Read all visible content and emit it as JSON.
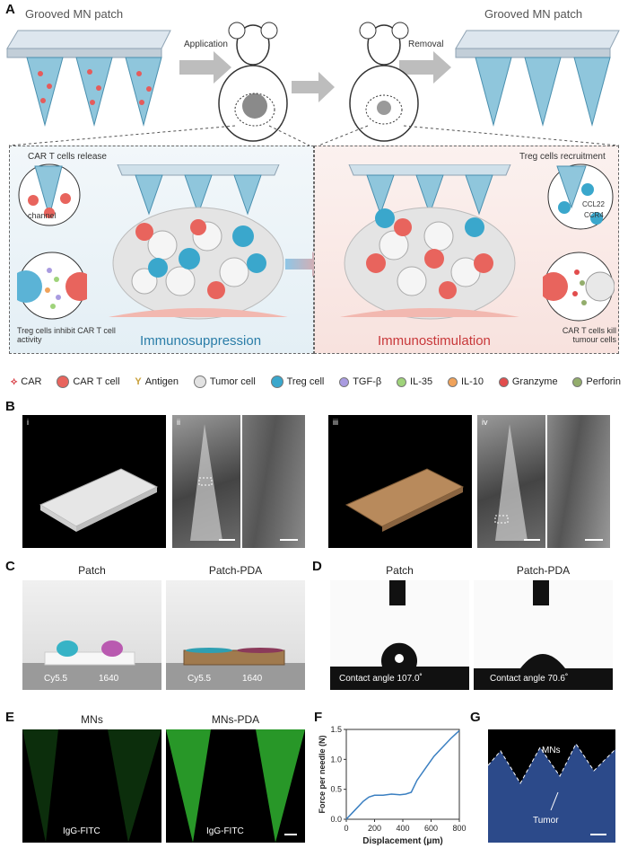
{
  "panelA": {
    "label": "A",
    "patch_left": "Grooved MN patch",
    "patch_right": "Grooved MN patch",
    "arrow_application": "Application",
    "arrow_removal": "Removal",
    "left_box": {
      "callout_top": "CAR T cells release",
      "channel": "channel",
      "callout_bottom": "Treg cells inhibit CAR T cell activity",
      "title": "Immunosuppression"
    },
    "right_box": {
      "callout_top": "Treg cells recruitment",
      "ccl22": "CCL22",
      "ccr4": "CCR4",
      "callout_bottom": "CAR T cells kill tumour cells",
      "title": "Immunostimulation"
    },
    "legend": [
      {
        "label": "CAR",
        "icon": "car-receptor-icon",
        "color": "#d9434a"
      },
      {
        "label": "CAR T cell",
        "icon": "car-t-cell-icon",
        "color": "#e8645d"
      },
      {
        "label": "Antigen",
        "icon": "antigen-icon",
        "color": "#c9a03a"
      },
      {
        "label": "Tumor cell",
        "icon": "tumor-cell-icon",
        "color": "#d8d8d8"
      },
      {
        "label": "Treg cell",
        "icon": "treg-cell-icon",
        "color": "#3aa7cc"
      },
      {
        "label": "TGF-β",
        "icon": "tgf-dot",
        "color": "#a99be0"
      },
      {
        "label": "IL-35",
        "icon": "il35-dot",
        "color": "#9fd37a"
      },
      {
        "label": "IL-10",
        "icon": "il10-dot",
        "color": "#f0a25a"
      },
      {
        "label": "Granzyme",
        "icon": "granzyme-dot",
        "color": "#e24d4d"
      },
      {
        "label": "Perforin",
        "icon": "perforin-dot",
        "color": "#93ad6c"
      }
    ]
  },
  "panelB": {
    "label": "B",
    "sub": [
      "i",
      "ii",
      "iii",
      "iv"
    ]
  },
  "panelC": {
    "label": "C",
    "left_title": "Patch",
    "right_title": "Patch-PDA",
    "dye1": "Cy5.5",
    "dye2": "1640"
  },
  "panelD": {
    "label": "D",
    "left_title": "Patch",
    "right_title": "Patch-PDA",
    "left_angle": "Contact angle 107.0˚",
    "right_angle": "Contact angle 70.6˚"
  },
  "panelE": {
    "label": "E",
    "left_title": "MNs",
    "right_title": "MNs-PDA",
    "left_stain": "IgG-FITC",
    "right_stain": "IgG-FITC"
  },
  "panelF": {
    "label": "F"
  },
  "panelG": {
    "label": "G",
    "mns": "MNs",
    "tumor": "Tumor"
  },
  "chart_data": {
    "type": "line",
    "xlabel": "Displacement (μm)",
    "ylabel": "Force per needle (N)",
    "xlim": [
      0,
      800
    ],
    "ylim": [
      0,
      1.5
    ],
    "xticks": [
      0,
      200,
      400,
      600,
      800
    ],
    "yticks": [
      0.0,
      0.5,
      1.0,
      1.5
    ],
    "x": [
      0,
      40,
      80,
      120,
      160,
      200,
      260,
      320,
      380,
      420,
      460,
      500,
      560,
      620,
      680,
      740,
      800
    ],
    "y": [
      0,
      0.1,
      0.2,
      0.3,
      0.37,
      0.4,
      0.4,
      0.42,
      0.41,
      0.42,
      0.45,
      0.65,
      0.85,
      1.05,
      1.2,
      1.35,
      1.48
    ],
    "color": "#3a7fc1"
  }
}
